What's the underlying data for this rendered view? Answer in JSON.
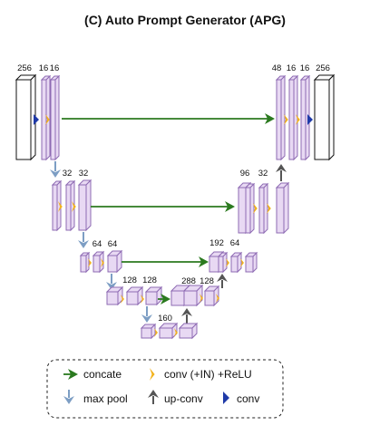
{
  "title": "(C) Auto Prompt Generator (APG)",
  "colors": {
    "block_fill": "#e8d9f3",
    "block_stroke": "#8e6bb3",
    "concat": "#2b7a1f",
    "conv_in_relu": "#f2b21b",
    "max_pool": "#7d9ec4",
    "up_conv": "#555555",
    "conv": "#1f3aa8"
  },
  "channel_labels": {
    "enc1_in": "256",
    "enc1_a": "16",
    "enc1_b": "16",
    "enc2_a": "32",
    "enc2_b": "32",
    "enc3_a": "64",
    "enc3_b": "64",
    "enc4_a": "128",
    "enc4_b": "128",
    "bottleneck": "160",
    "dec4_a": "288",
    "dec4_b": "128",
    "dec3_a": "192",
    "dec3_b": "64",
    "dec2_a": "96",
    "dec2_b": "32",
    "dec1_a": "48",
    "dec1_b": "16",
    "dec1_c": "16",
    "dec1_out": "256"
  },
  "legend": {
    "concate": "concate",
    "conv_in_relu": "conv (+IN) +ReLU",
    "max_pool": "max pool",
    "up_conv": "up-conv",
    "conv": "conv"
  }
}
